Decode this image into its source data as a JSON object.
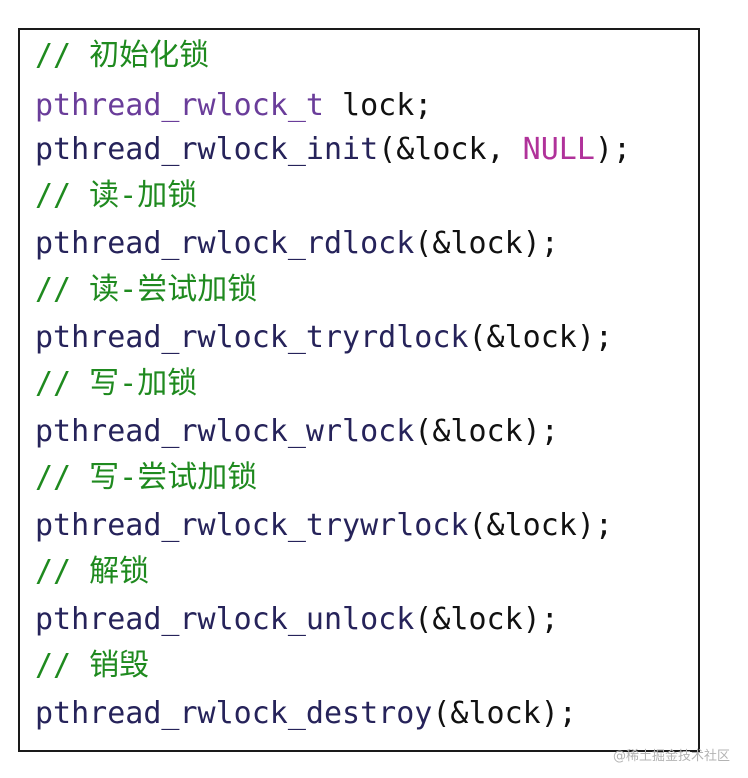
{
  "code": {
    "comment_init": "// 初始化锁",
    "type_name": "pthread_rwlock_t",
    "var_decl": " lock;",
    "fn_init": "pthread_rwlock_init",
    "args_init_open": "(&lock, ",
    "null_kw": "NULL",
    "args_init_close": ");",
    "comment_rdlock": "// 读-加锁",
    "fn_rdlock": "pthread_rwlock_rdlock",
    "comment_tryrdlock": "// 读-尝试加锁",
    "fn_tryrdlock": "pthread_rwlock_tryrdlock",
    "comment_wrlock": "// 写-加锁",
    "fn_wrlock": "pthread_rwlock_wrlock",
    "comment_trywrlock": "// 写-尝试加锁",
    "fn_trywrlock": "pthread_rwlock_trywrlock",
    "comment_unlock": "// 解锁",
    "fn_unlock": "pthread_rwlock_unlock",
    "comment_destroy": "// 销毁",
    "fn_destroy": "pthread_rwlock_destroy",
    "args_lock": "(&lock);"
  },
  "watermark": "@稀土掘金技术社区",
  "colors": {
    "comment": "#1f8a1f",
    "type": "#6a3d9a",
    "function": "#26235a",
    "keyword": "#b0329a",
    "text": "#111111"
  }
}
